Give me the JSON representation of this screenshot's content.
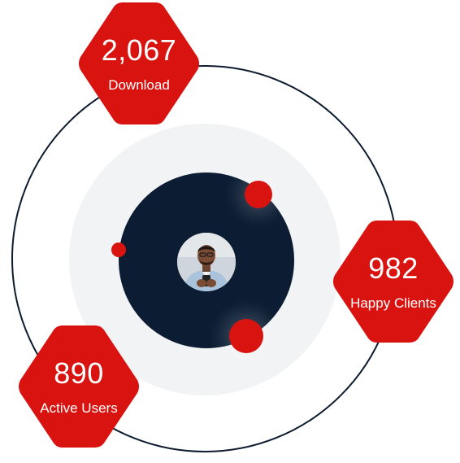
{
  "colors": {
    "accent": "#d91410",
    "dark": "#0c1d33",
    "ring": "#0d1b2e",
    "soft": "#f1f3f5"
  },
  "stats": [
    {
      "value": "2,067",
      "label": "Download"
    },
    {
      "value": "982",
      "label": "Happy Clients"
    },
    {
      "value": "890",
      "label": "Active Users"
    }
  ]
}
